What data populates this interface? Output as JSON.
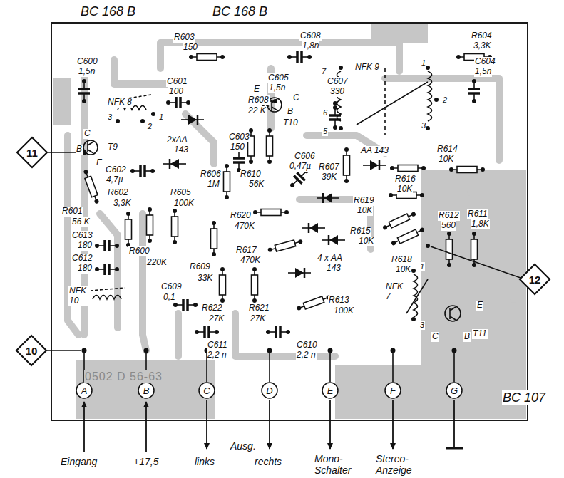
{
  "diagram": {
    "nodes": [
      {
        "text": [
          "11"
        ]
      },
      {
        "text": [
          "12"
        ]
      },
      {
        "text": [
          "10"
        ]
      },
      {
        "text": [
          "A"
        ]
      },
      {
        "text": [
          "B"
        ]
      },
      {
        "text": [
          "C"
        ]
      },
      {
        "text": [
          "D"
        ]
      },
      {
        "text": [
          "E"
        ]
      },
      {
        "text": [
          "F"
        ]
      },
      {
        "text": [
          "G"
        ]
      }
    ],
    "labels": [
      "BC 168 B",
      "BC 168 B",
      "R603",
      "150",
      "C608",
      "1,8n",
      "R604",
      "3,3K",
      "C600",
      "1,5n",
      "NFK 8",
      "3",
      "2",
      "1",
      "C601",
      "100",
      "C605",
      "1,5n",
      "E",
      "R608",
      "22 K",
      "C",
      "B",
      "T10",
      "C607",
      "330",
      "7",
      "6",
      "5",
      "NFK 9",
      "1",
      "2",
      "3",
      "C604",
      "1,5n",
      "C",
      "B",
      "T9",
      "E",
      "2xAA",
      "143",
      "C603",
      "150",
      "C602",
      "4,7µ",
      "R602",
      "3,3K",
      "R601",
      "56 K",
      "R606",
      "1M",
      "R610",
      "56K",
      "C606",
      "0,47µ",
      "R607",
      "39K",
      "AA 143",
      "R614",
      "10K",
      "R616",
      "10K",
      "R605",
      "100K",
      "R619",
      "10K",
      "R620",
      "470K",
      "R612",
      "560",
      "R611",
      "1,8K",
      "R615",
      "10K",
      "C613",
      "180",
      "C612",
      "180",
      "R600",
      "220K",
      "R609",
      "33K",
      "R617",
      "470K",
      "4 x AA",
      "143",
      "R618",
      "10K",
      "NFK 10",
      "C609",
      "0,1",
      "R622",
      "27K",
      "R621",
      "27K",
      "R613",
      "100K",
      "NFK 7",
      "1",
      "3",
      "E",
      "T11",
      "C",
      "B",
      "C611",
      "2,2 n",
      "C610",
      "2,2 n",
      "BC 107",
      "0502 D 56-63",
      "Ausg.",
      "Eingang",
      "+17,5",
      "links",
      "rechts",
      "Mono-Schalter",
      "Stereo-Anzeige"
    ]
  }
}
